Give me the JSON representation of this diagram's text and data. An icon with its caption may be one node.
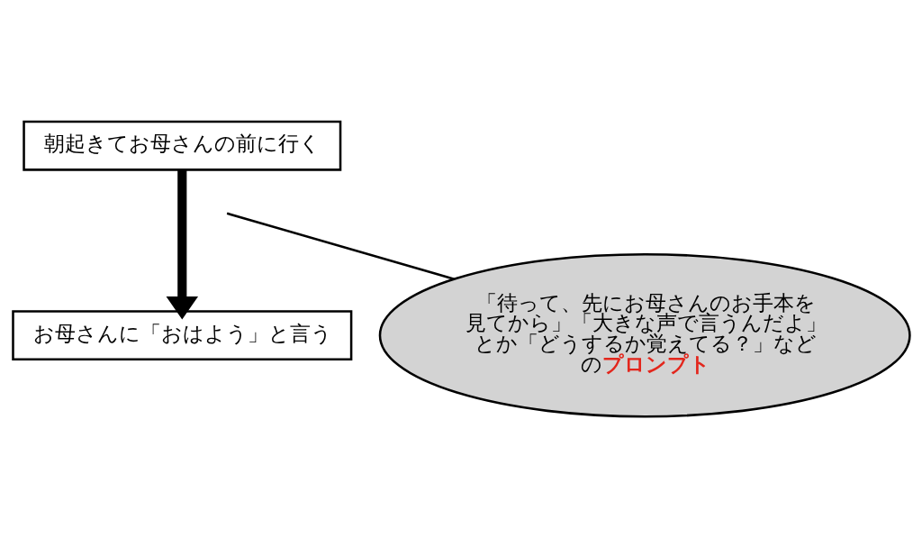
{
  "diagram": {
    "nodes": [
      {
        "text": [
          "朝起きてお母さんの前に行く"
        ]
      },
      {
        "text": [
          "お母さんに「おはよう」と言う"
        ]
      },
      {
        "text": [
          "「待って、先にお母さんのお手本を見てから」「大きな声で言うんだよ」とか「どうするか覚えてる？」などの**プロンプト**"
        ]
      }
    ],
    "edges": [
      {
        "from": 0,
        "to": 1,
        "arrow": "to",
        "style": "thick"
      },
      {
        "from": 2,
        "to": null,
        "arrow": "none"
      }
    ]
  }
}
